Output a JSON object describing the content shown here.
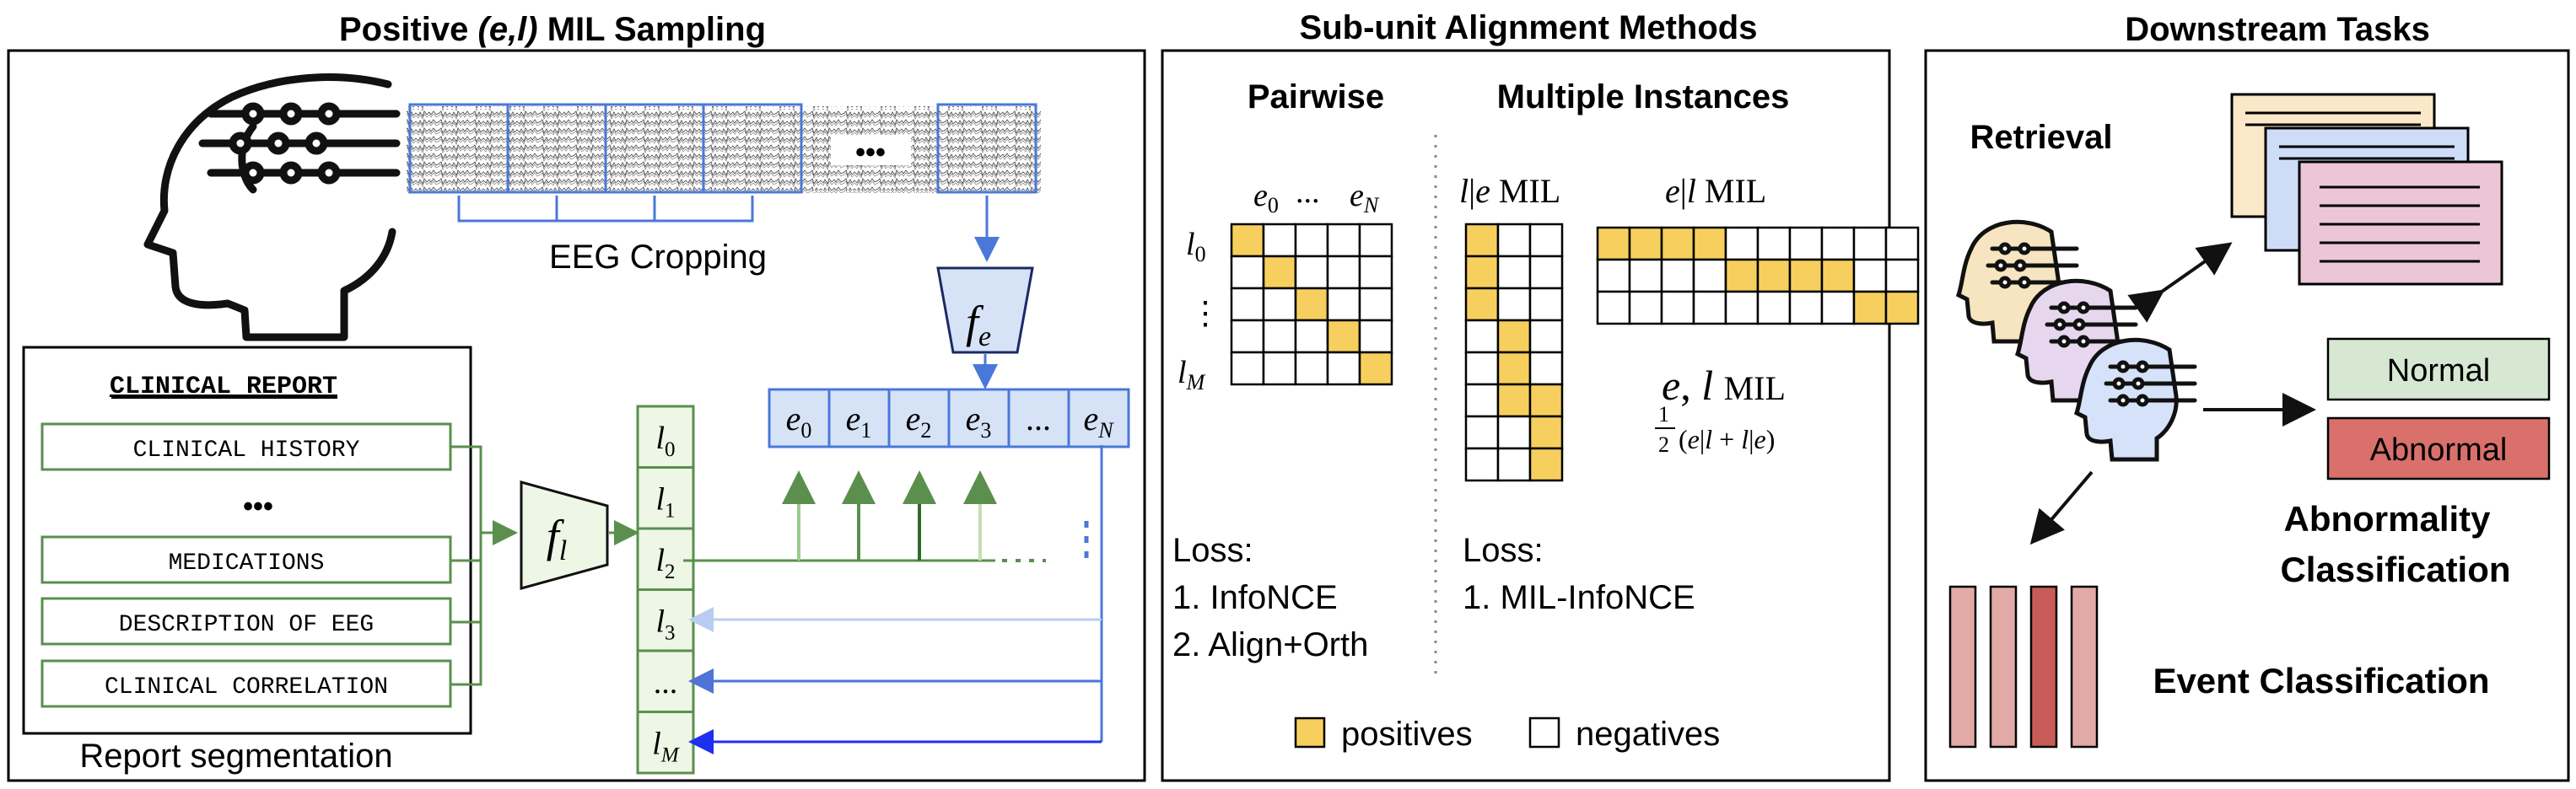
{
  "headers": {
    "left_prefix": "Positive ",
    "left_italic": "(e,l)",
    "left_suffix": " MIL Sampling",
    "middle": "Sub-unit Alignment Methods",
    "right": "Downstream Tasks"
  },
  "left": {
    "eeg_cropping": "EEG Cropping",
    "eeg_ellipsis": "•••",
    "report_title": "CLINICAL REPORT",
    "report_sections": [
      "CLINICAL HISTORY",
      "MEDICATIONS",
      "DESCRIPTION OF EEG",
      "CLINICAL CORRELATION"
    ],
    "report_ellipsis": "•••",
    "report_segmentation": "Report segmentation",
    "encoder_e": {
      "sym": "f",
      "sub": "e"
    },
    "encoder_l": {
      "sym": "f",
      "sub": "l"
    },
    "eeg_tokens": [
      {
        "sym": "e",
        "sub": "0"
      },
      {
        "sym": "e",
        "sub": "1"
      },
      {
        "sym": "e",
        "sub": "2"
      },
      {
        "sym": "e",
        "sub": "3"
      },
      {
        "sym": "...",
        "sub": ""
      },
      {
        "sym": "e",
        "sub": "N"
      }
    ],
    "report_tokens": [
      {
        "sym": "l",
        "sub": "0"
      },
      {
        "sym": "l",
        "sub": "1"
      },
      {
        "sym": "l",
        "sub": "2"
      },
      {
        "sym": "l",
        "sub": "3"
      },
      {
        "sym": "...",
        "sub": ""
      },
      {
        "sym": "l",
        "sub": "M"
      }
    ]
  },
  "middle": {
    "pairwise_title": "Pairwise",
    "multi_title": "Multiple Instances",
    "pairwise_cols": [
      "e0",
      "...",
      "eN"
    ],
    "pairwise_rows": [
      "l0",
      "⋮",
      "lM"
    ],
    "le_mil": "l|e MIL",
    "el_mil": "e|l MIL",
    "e_l_mil": "e, l MIL",
    "avg_formula": "(e|l + l|e)",
    "avg_half": "1/2",
    "loss_left_title": "Loss:",
    "loss_left_items": [
      "1. InfoNCE",
      "2. Align+Orth"
    ],
    "loss_right_title": "Loss:",
    "loss_right_items": [
      "1. MIL-InfoNCE"
    ],
    "legend_pos": "positives",
    "legend_neg": "negatives"
  },
  "right": {
    "retrieval": "Retrieval",
    "normal": "Normal",
    "abnormal": "Abnormal",
    "abnormality_1": "Abnormality",
    "abnormality_2": "Classification",
    "event": "Event Classification"
  },
  "colors": {
    "blue": "#4a78d8",
    "green": "#5a8f4e",
    "yellow": "#f6cf5e",
    "normal_fill": "#d7e8d2",
    "abnormal_fill": "#d9706c",
    "token_fill": "#eef6e6"
  }
}
